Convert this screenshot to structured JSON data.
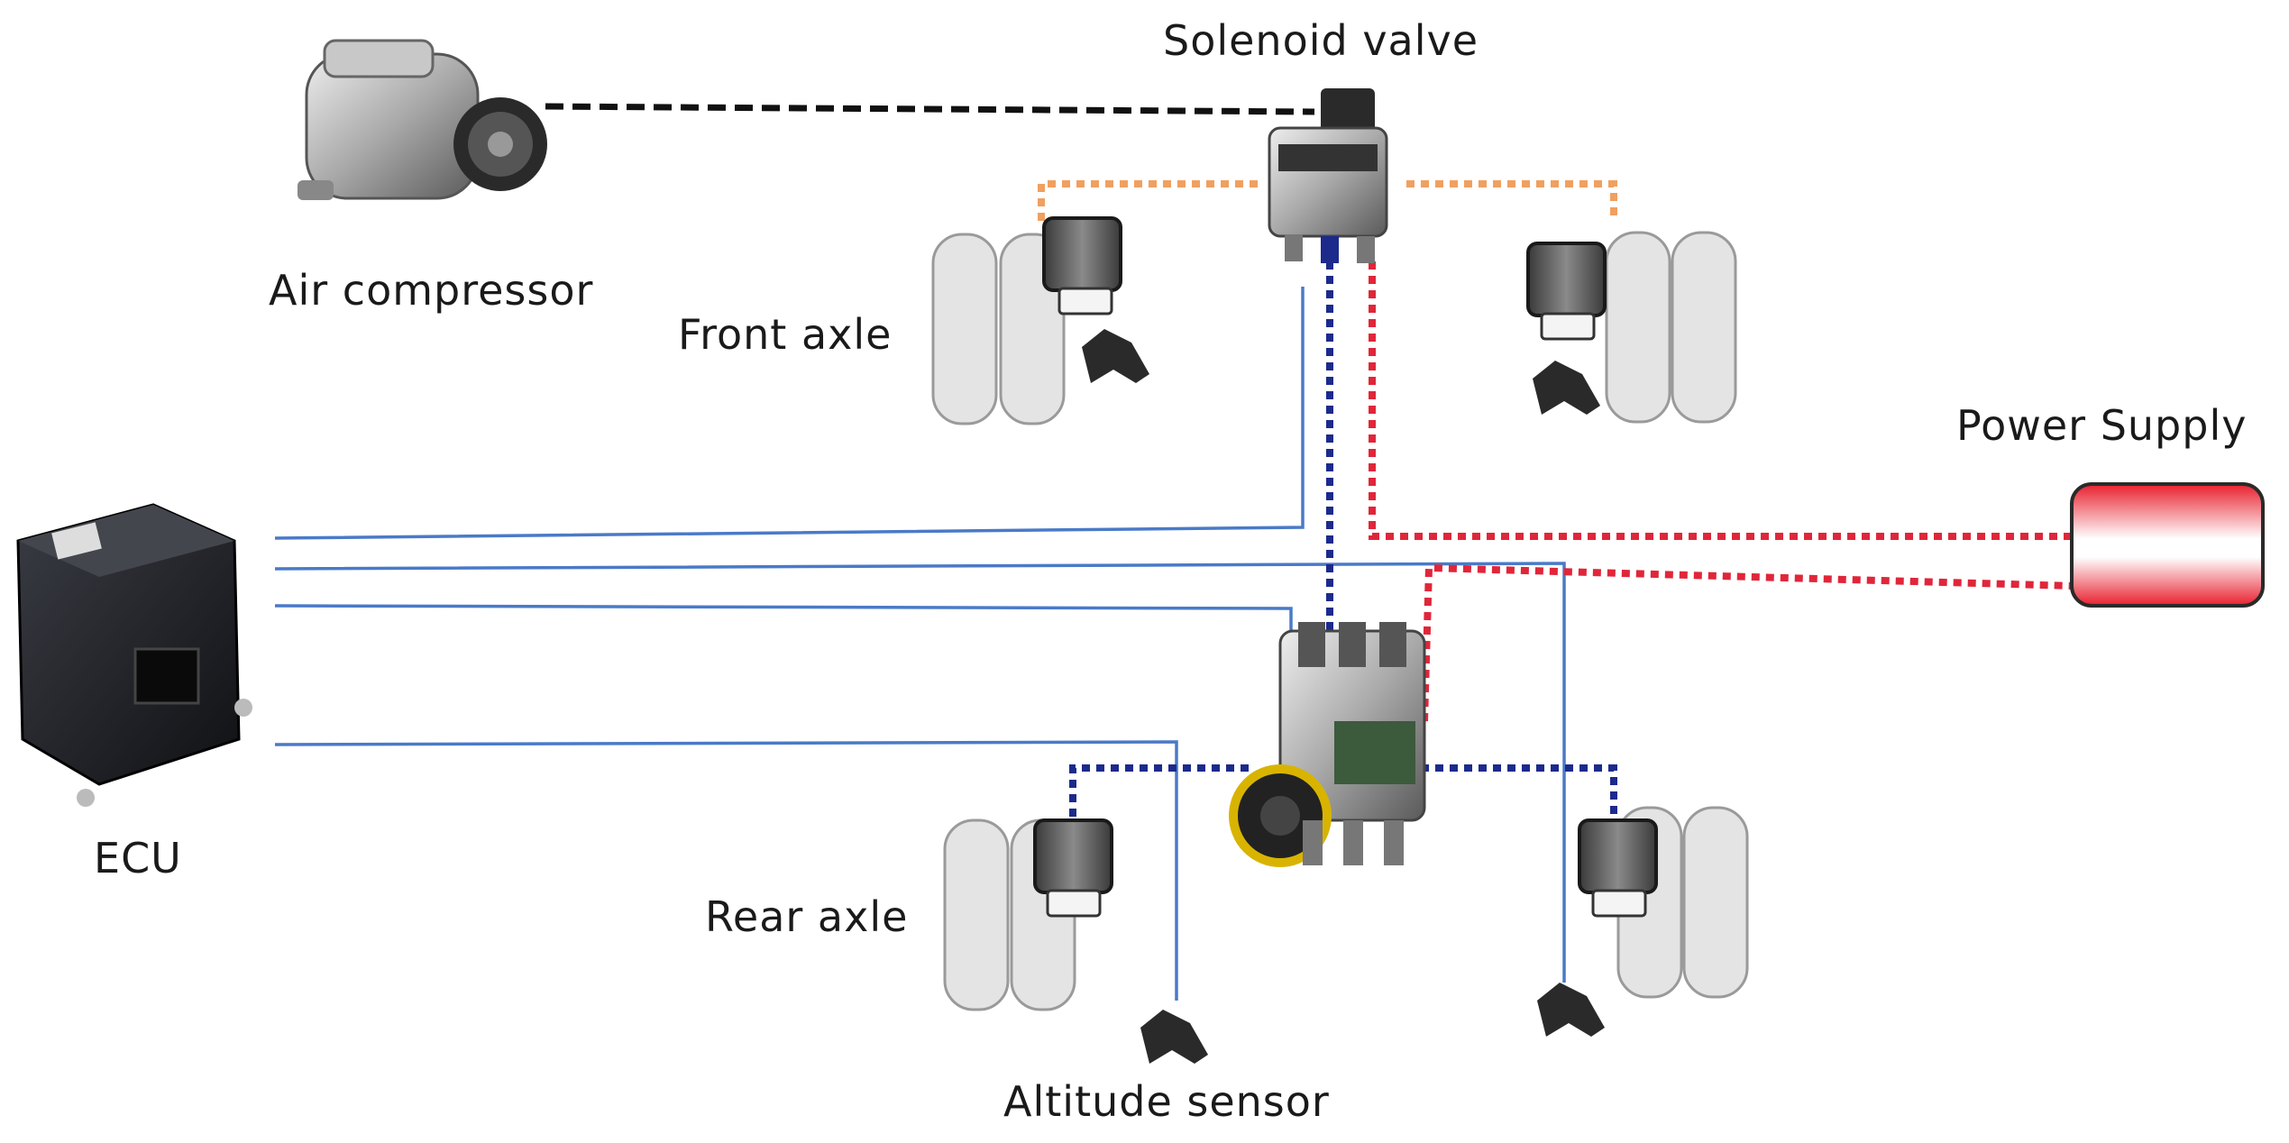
{
  "labels": {
    "solenoid_valve": "Solenoid valve",
    "air_compressor": "Air compressor",
    "front_axle": "Front axle",
    "power_supply": "Power Supply",
    "ecu": "ECU",
    "rear_axle": "Rear axle",
    "altitude_sensor": "Altitude sensor"
  },
  "colors": {
    "signal_line": "#4a7ac8",
    "air_line_blue": "#1c2a8c",
    "power_line_red": "#e0263a",
    "air_line_orange": "#f0a060",
    "compressor_line": "#111111",
    "power_supply_fill": "#e8202e",
    "tire": "#dcdcdc",
    "air_spring": "#555555",
    "ecu_body": "#1e1f24"
  },
  "icons": [
    "air-compressor-icon",
    "solenoid-valve-icon",
    "rear-valve-block-icon",
    "ecu-icon",
    "power-supply-icon",
    "tire-icon",
    "air-spring-icon",
    "height-sensor-icon"
  ]
}
